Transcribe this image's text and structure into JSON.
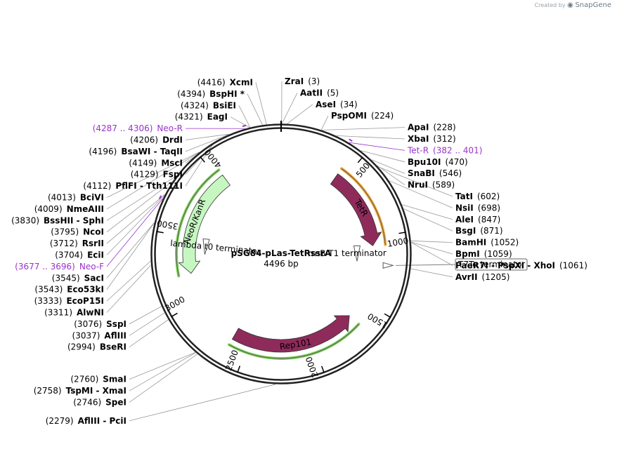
{
  "branding": {
    "created_by": "Created by",
    "brand": "SnapGene"
  },
  "plasmid": {
    "name": "pSG84-pLas-TetRssrA",
    "size_label": "4496 bp",
    "length": 4496
  },
  "ticks": [
    {
      "bp": 500,
      "label": "500"
    },
    {
      "bp": 1000,
      "label": "1000"
    },
    {
      "bp": 1500,
      "label": "1500"
    },
    {
      "bp": 2000,
      "label": "2000"
    },
    {
      "bp": 2500,
      "label": "2500"
    },
    {
      "bp": 3000,
      "label": "3000"
    },
    {
      "bp": 3500,
      "label": "3500"
    },
    {
      "bp": 4000,
      "label": "4000"
    }
  ],
  "features": [
    {
      "name": "TetR",
      "start": 440,
      "end": 1060,
      "dir": 1,
      "color": "#8e2b5b",
      "label_color": "#ffffff"
    },
    {
      "name": "Rep101",
      "start": 1650,
      "end": 2620,
      "dir": -1,
      "color": "#8e2b5b",
      "label_color": "#ffffff"
    },
    {
      "name": "NeoR/KanR",
      "start": 3220,
      "end": 4040,
      "dir": -1,
      "color": "#c6f7c1",
      "label_color": "#000000"
    },
    {
      "name": "rrnB T1 terminator",
      "start": 1080,
      "end": 1160,
      "dir": 1,
      "color": "#ffffff",
      "label_color": "#000000"
    },
    {
      "name": "lambda t0 terminator",
      "start": 3400,
      "end": 3480,
      "dir": -1,
      "color": "#ffffff",
      "label_color": "#000000"
    },
    {
      "name": "T7Te terminator",
      "start": 1180,
      "end": 1220,
      "dir": 1,
      "color": "#ffffff",
      "label_color": "#000000"
    }
  ],
  "sites": [
    {
      "pos": "(3)",
      "name": "ZraI",
      "bp": 3
    },
    {
      "pos": "(5)",
      "name": "AatII",
      "bp": 5
    },
    {
      "pos": "(34)",
      "name": "AseI",
      "bp": 34
    },
    {
      "pos": "(224)",
      "name": "PspOMI",
      "bp": 224
    },
    {
      "pos": "(228)",
      "name": "ApaI",
      "bp": 228
    },
    {
      "pos": "(312)",
      "name": "XbaI",
      "bp": 312
    },
    {
      "pos": "(470)",
      "name": "Bpu10I",
      "bp": 470
    },
    {
      "pos": "(546)",
      "name": "SnaBI",
      "bp": 546
    },
    {
      "pos": "(589)",
      "name": "NruI",
      "bp": 589
    },
    {
      "pos": "(602)",
      "name": "TatI",
      "bp": 602
    },
    {
      "pos": "(698)",
      "name": "NsiI",
      "bp": 698
    },
    {
      "pos": "(847)",
      "name": "AleI",
      "bp": 847
    },
    {
      "pos": "(871)",
      "name": "BsgI",
      "bp": 871
    },
    {
      "pos": "(1052)",
      "name": "BamHI",
      "bp": 1052
    },
    {
      "pos": "(1059)",
      "name": "BpmI",
      "bp": 1059
    },
    {
      "pos": "(1061)",
      "name": "PaeR7I - PspXI - XhoI",
      "bp": 1061
    },
    {
      "pos": "(1205)",
      "name": "AvrII",
      "bp": 1205
    },
    {
      "pos": "(2279)",
      "name": "AflIII - PciI",
      "bp": 2279
    },
    {
      "pos": "(2746)",
      "name": "SpeI",
      "bp": 2746
    },
    {
      "pos": "(2758)",
      "name": "TspMI - XmaI",
      "bp": 2758
    },
    {
      "pos": "(2760)",
      "name": "SmaI",
      "bp": 2760
    },
    {
      "pos": "(2994)",
      "name": "BseRI",
      "bp": 2994
    },
    {
      "pos": "(3037)",
      "name": "AflIII",
      "bp": 3037
    },
    {
      "pos": "(3076)",
      "name": "SspI",
      "bp": 3076
    },
    {
      "pos": "(3311)",
      "name": "AlwNI",
      "bp": 3311
    },
    {
      "pos": "(3333)",
      "name": "EcoP15I",
      "bp": 3333
    },
    {
      "pos": "(3543)",
      "name": "Eco53kI",
      "bp": 3543
    },
    {
      "pos": "(3545)",
      "name": "SacI",
      "bp": 3545
    },
    {
      "pos": "(3704)",
      "name": "EciI",
      "bp": 3704
    },
    {
      "pos": "(3712)",
      "name": "RsrII",
      "bp": 3712
    },
    {
      "pos": "(3795)",
      "name": "NcoI",
      "bp": 3795
    },
    {
      "pos": "(3830)",
      "name": "BssHII - SphI",
      "bp": 3830
    },
    {
      "pos": "(4009)",
      "name": "NmeAIII",
      "bp": 4009
    },
    {
      "pos": "(4013)",
      "name": "BciVI",
      "bp": 4013
    },
    {
      "pos": "(4112)",
      "name": "PflFI - Tth111I",
      "bp": 4112
    },
    {
      "pos": "(4129)",
      "name": "FspI",
      "bp": 4129
    },
    {
      "pos": "(4149)",
      "name": "MscI",
      "bp": 4149
    },
    {
      "pos": "(4196)",
      "name": "BsaWI - TaqII",
      "bp": 4196
    },
    {
      "pos": "(4206)",
      "name": "DrdI",
      "bp": 4206
    },
    {
      "pos": "(4321)",
      "name": "EagI",
      "bp": 4321
    },
    {
      "pos": "(4324)",
      "name": "BsiEI",
      "bp": 4324
    },
    {
      "pos": "(4394)",
      "name": "BspHI *",
      "bp": 4394
    },
    {
      "pos": "(4416)",
      "name": "XcmI",
      "bp": 4416
    }
  ],
  "primers": [
    {
      "range": "(382 .. 401)",
      "name": "Tet-R",
      "bp": 392
    },
    {
      "range": "(4287 .. 4306)",
      "name": "Neo-R",
      "bp": 4296
    },
    {
      "range": "(3677 .. 3696)",
      "name": "Neo-F",
      "bp": 3686
    }
  ]
}
